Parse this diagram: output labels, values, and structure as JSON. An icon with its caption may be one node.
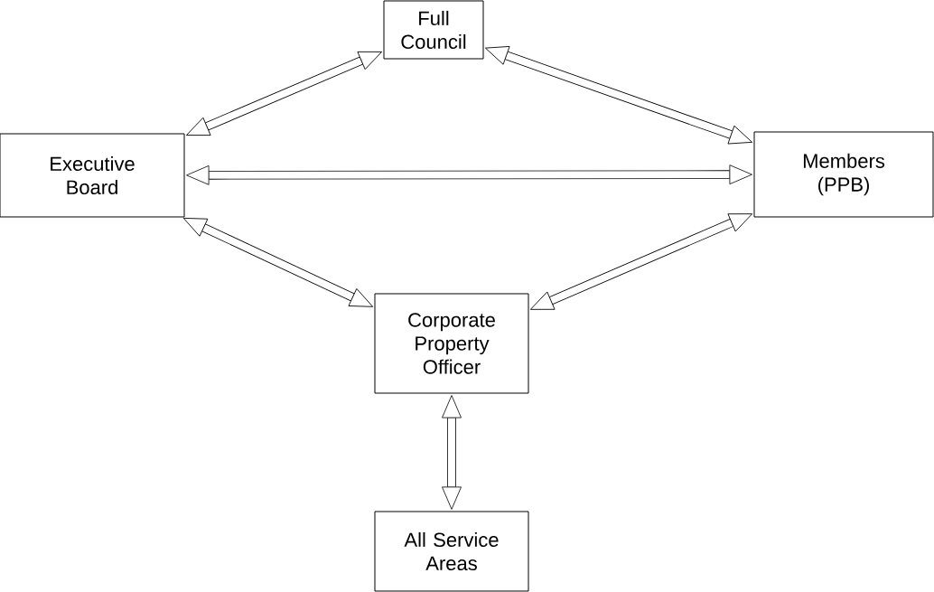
{
  "diagram": {
    "nodes": [
      {
        "text": [
          "Full Council"
        ]
      },
      {
        "text": [
          "Executive Board"
        ]
      },
      {
        "text": [
          "Members (PPB)"
        ]
      },
      {
        "text": [
          "Corporate Property Officer"
        ]
      },
      {
        "text": [
          "All Service Areas"
        ]
      }
    ],
    "edges": [
      {
        "from": 1,
        "to": 0,
        "arrow": "both"
      },
      {
        "from": 0,
        "to": 2,
        "arrow": "both"
      },
      {
        "from": 1,
        "to": 2,
        "arrow": "both"
      },
      {
        "from": 1,
        "to": 3,
        "arrow": "both"
      },
      {
        "from": 2,
        "to": 3,
        "arrow": "both"
      },
      {
        "from": 3,
        "to": 4,
        "arrow": "both"
      }
    ]
  }
}
